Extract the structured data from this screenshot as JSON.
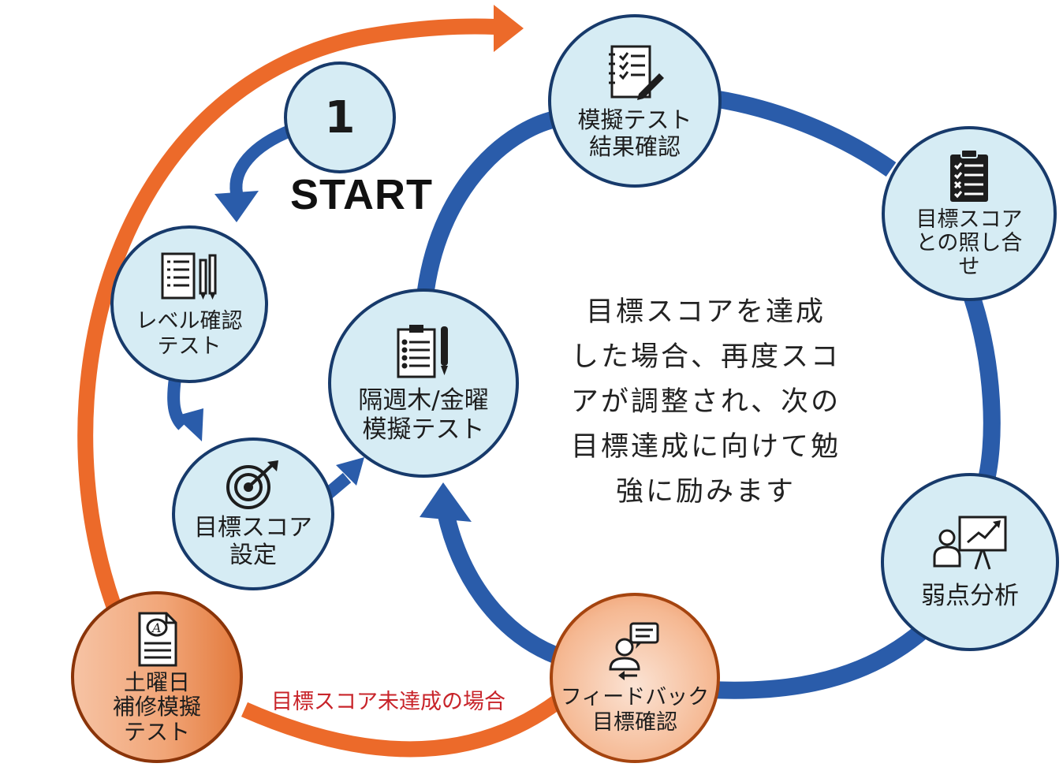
{
  "start": {
    "number": "1",
    "label": "START"
  },
  "nodes": {
    "level_check_test": "レベル確認\nテスト",
    "target_score_setting": "目標スコア\n設定",
    "biweekly_mock_test": "隔週木/金曜\n模擬テスト",
    "mock_result_check": "模擬テスト\n結果確認",
    "target_score_compare": "目標スコア\nとの照し合\nせ",
    "weakness_analysis": "弱点分析",
    "feedback_goal_check": "フィードバック\n目標確認",
    "saturday_remedial_test": "土曜日\n補修模擬\nテスト"
  },
  "center_message": "目標スコアを達成\nした場合、再度スコ\nアが調整され、次の\n目標達成に向けて勉\n強に励みます",
  "fail_branch_label": "目標スコア未達成の場合",
  "colors": {
    "blue_arrow": "#2a5caa",
    "orange_arrow": "#ec6a2a",
    "node_fill": "#d6ecf4",
    "node_border": "#173a6b",
    "fail_text": "#c8242a"
  },
  "icons": {
    "level_check_test": "checklist-pencils-icon",
    "target_score_setting": "target-arrow-icon",
    "biweekly_mock_test": "clipboard-pen-icon",
    "mock_result_check": "notebook-checklist-icon",
    "target_score_compare": "clipboard-checklist-icon",
    "weakness_analysis": "presenter-chart-icon",
    "feedback_goal_check": "person-speech-icon",
    "saturday_remedial_test": "graded-paper-icon"
  }
}
